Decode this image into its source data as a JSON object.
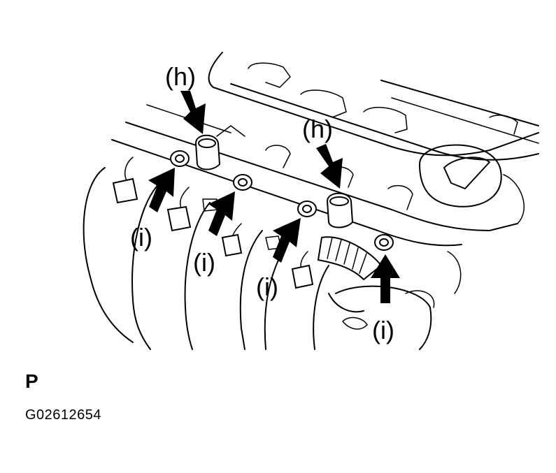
{
  "figure": {
    "code": "P",
    "id": "G02612654"
  },
  "callouts": {
    "h1": "(h)",
    "h2": "(h)",
    "i1": "(i)",
    "i2": "(i)",
    "i3": "(i)",
    "i4": "(i)"
  }
}
